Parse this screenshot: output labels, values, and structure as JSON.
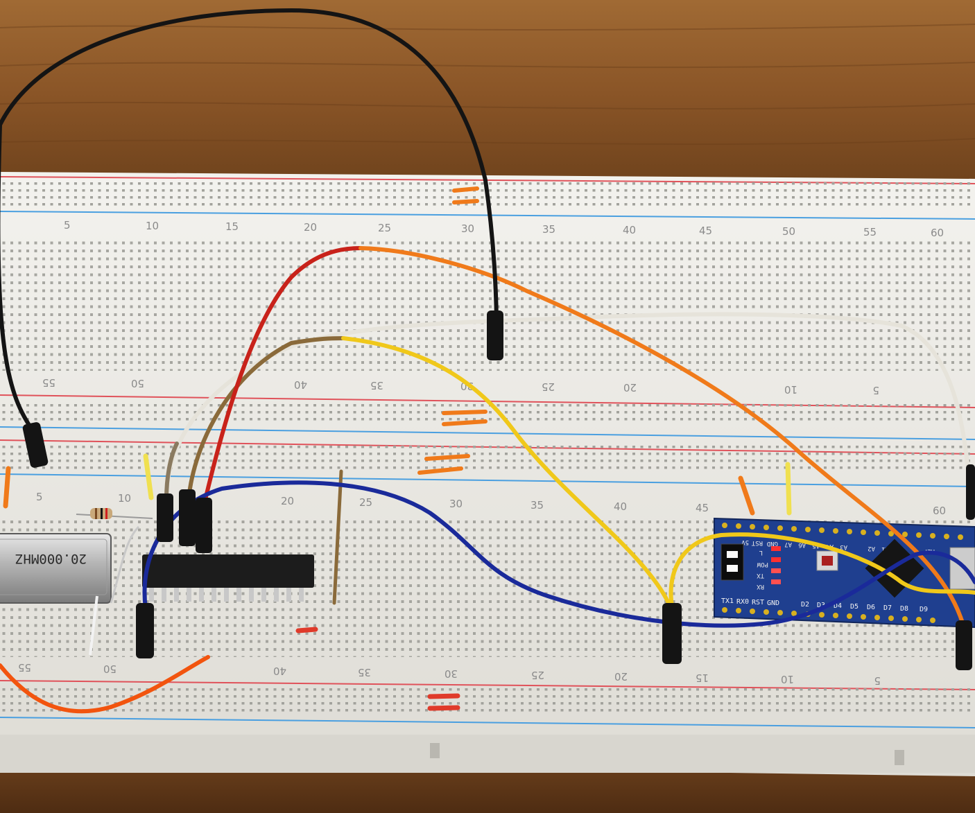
{
  "breadboard": {
    "top_row_numbers": [
      "5",
      "10",
      "15",
      "20",
      "25",
      "30",
      "35",
      "40",
      "45",
      "50",
      "55",
      "60"
    ],
    "middle_row_numbers_flipped": [
      "55",
      "50",
      "40",
      "35",
      "30",
      "25",
      "20",
      "10",
      "5"
    ],
    "lower_row_numbers": [
      "5",
      "10",
      "20",
      "25",
      "30",
      "35",
      "40",
      "45",
      "60"
    ],
    "bottom_row_numbers_flipped": [
      "55",
      "50",
      "40",
      "35",
      "30",
      "25",
      "20",
      "15",
      "10",
      "5"
    ]
  },
  "crystal": {
    "marking": "20.000MHZ"
  },
  "arduino_nano": {
    "top_pins": [
      "5V",
      "RST",
      "GND",
      "A7",
      "A6",
      "A5",
      "A4",
      "A3",
      "A2",
      "A1",
      "REF"
    ],
    "bottom_pins": [
      "TX1",
      "RX0",
      "RST",
      "GND",
      "D2",
      "D3",
      "D4",
      "D5",
      "D6",
      "D7",
      "D8",
      "D9"
    ],
    "leds": [
      "L",
      "POW",
      "TX",
      "RX"
    ]
  },
  "colors": {
    "wood": "#7a4a22",
    "board": "#ecebe6",
    "rail_red": "#e0525a",
    "rail_blue": "#4a9fe0",
    "wire_black": "#141414",
    "wire_orange": "#f07a1a",
    "wire_red": "#c8221a",
    "wire_yellow": "#f0c81a",
    "wire_white": "#e6e3da",
    "wire_brown": "#8a6a3a",
    "wire_blue": "#1a2a9a",
    "nano_pcb": "#1f3f8f"
  }
}
